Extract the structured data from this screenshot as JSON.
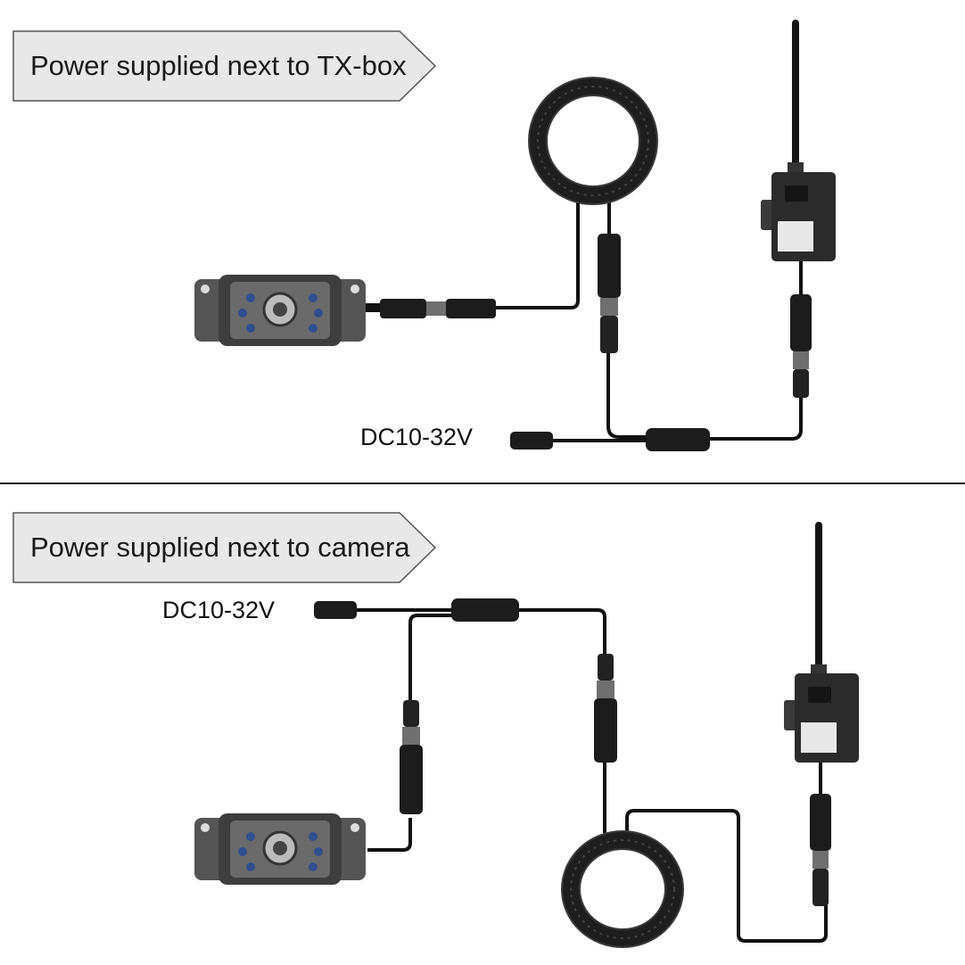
{
  "sections": [
    {
      "banner_text": "Power supplied next to TX-box",
      "voltage_label": "DC10-32V"
    },
    {
      "banner_text": "Power supplied next to camera",
      "voltage_label": "DC10-32V"
    }
  ],
  "colors": {
    "banner_fill": "#e8e8e8",
    "banner_stroke": "#555555",
    "cable": "#111111",
    "device_body": "#2b2b2b",
    "camera_body": "#5a5a5a",
    "ir_led": "#2f4f8f"
  }
}
